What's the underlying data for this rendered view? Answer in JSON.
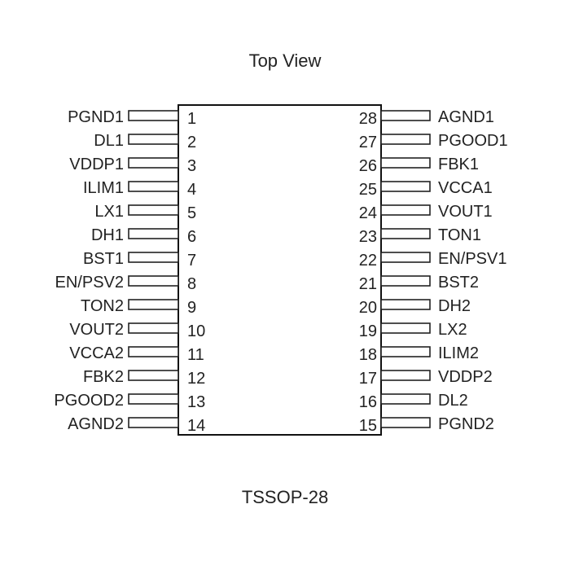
{
  "title": "Top View",
  "package": "TSSOP-28",
  "left_pins": [
    {
      "num": "1",
      "name": "PGND1"
    },
    {
      "num": "2",
      "name": "DL1"
    },
    {
      "num": "3",
      "name": "VDDP1"
    },
    {
      "num": "4",
      "name": "ILIM1"
    },
    {
      "num": "5",
      "name": "LX1"
    },
    {
      "num": "6",
      "name": "DH1"
    },
    {
      "num": "7",
      "name": "BST1"
    },
    {
      "num": "8",
      "name": "EN/PSV2"
    },
    {
      "num": "9",
      "name": "TON2"
    },
    {
      "num": "10",
      "name": "VOUT2"
    },
    {
      "num": "11",
      "name": "VCCA2"
    },
    {
      "num": "12",
      "name": "FBK2"
    },
    {
      "num": "13",
      "name": "PGOOD2"
    },
    {
      "num": "14",
      "name": "AGND2"
    }
  ],
  "right_pins": [
    {
      "num": "28",
      "name": "AGND1"
    },
    {
      "num": "27",
      "name": "PGOOD1"
    },
    {
      "num": "26",
      "name": "FBK1"
    },
    {
      "num": "25",
      "name": "VCCA1"
    },
    {
      "num": "24",
      "name": "VOUT1"
    },
    {
      "num": "23",
      "name": "TON1"
    },
    {
      "num": "22",
      "name": "EN/PSV1"
    },
    {
      "num": "21",
      "name": "BST2"
    },
    {
      "num": "20",
      "name": "DH2"
    },
    {
      "num": "19",
      "name": "LX2"
    },
    {
      "num": "18",
      "name": "ILIM2"
    },
    {
      "num": "17",
      "name": "VDDP2"
    },
    {
      "num": "16",
      "name": "DL2"
    },
    {
      "num": "15",
      "name": "PGND2"
    }
  ]
}
